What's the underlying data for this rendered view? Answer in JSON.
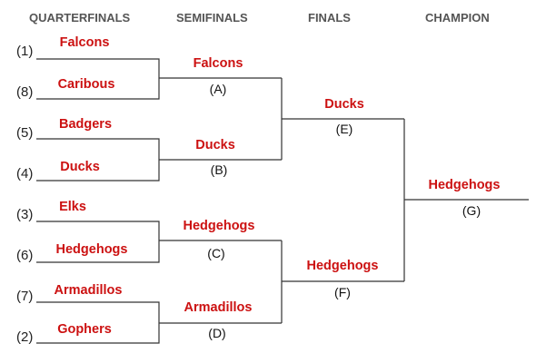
{
  "headers": {
    "quarterfinals": "QUARTERFINALS",
    "semifinals": "SEMIFINALS",
    "finals": "FINALS",
    "champion": "CHAMPION"
  },
  "quarterfinals": [
    {
      "seed": "(1)",
      "team": "Falcons"
    },
    {
      "seed": "(8)",
      "team": "Caribous"
    },
    {
      "seed": "(5)",
      "team": "Badgers"
    },
    {
      "seed": "(4)",
      "team": "Ducks"
    },
    {
      "seed": "(3)",
      "team": "Elks"
    },
    {
      "seed": "(6)",
      "team": "Hedgehogs"
    },
    {
      "seed": "(7)",
      "team": "Armadillos"
    },
    {
      "seed": "(2)",
      "team": "Gophers"
    }
  ],
  "semifinals": [
    {
      "team": "Falcons",
      "game": "(A)"
    },
    {
      "team": "Ducks",
      "game": "(B)"
    },
    {
      "team": "Hedgehogs",
      "game": "(C)"
    },
    {
      "team": "Armadillos",
      "game": "(D)"
    }
  ],
  "finals": [
    {
      "team": "Ducks",
      "game": "(E)"
    },
    {
      "team": "Hedgehogs",
      "game": "(F)"
    }
  ],
  "champion": {
    "team": "Hedgehogs",
    "game": "(G)"
  },
  "colors": {
    "team_text": "#cc1111",
    "line": "#333333",
    "header": "#555555"
  }
}
